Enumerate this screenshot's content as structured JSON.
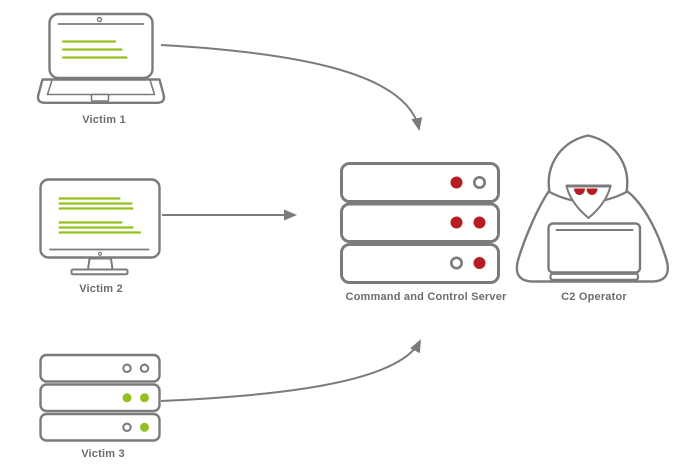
{
  "diagram": {
    "type": "network-attack-diagram",
    "colors": {
      "outline": "#7a7b7d",
      "label": "#6b6c6e",
      "red": "#b71c24",
      "green": "#93c01f",
      "white": "#ffffff"
    },
    "nodes": {
      "victim1": {
        "label": "Victim 1",
        "icon": "laptop-icon"
      },
      "victim2": {
        "label": "Victim 2",
        "icon": "monitor-icon"
      },
      "victim3": {
        "label": "Victim 3",
        "icon": "server-stack-icon",
        "leds": [
          [
            "empty",
            "empty"
          ],
          [
            "green",
            "green"
          ],
          [
            "empty",
            "green"
          ]
        ]
      },
      "c2_server": {
        "label": "Command and Control Server",
        "icon": "server-stack-icon",
        "leds": [
          [
            "red",
            "empty"
          ],
          [
            "red",
            "red"
          ],
          [
            "empty",
            "red"
          ]
        ]
      },
      "c2_operator": {
        "label": "C2 Operator",
        "icon": "hooded-hacker-icon"
      }
    },
    "edges": [
      {
        "from": "victim1",
        "to": "c2_server"
      },
      {
        "from": "victim2",
        "to": "c2_server"
      },
      {
        "from": "victim3",
        "to": "c2_server"
      }
    ]
  }
}
